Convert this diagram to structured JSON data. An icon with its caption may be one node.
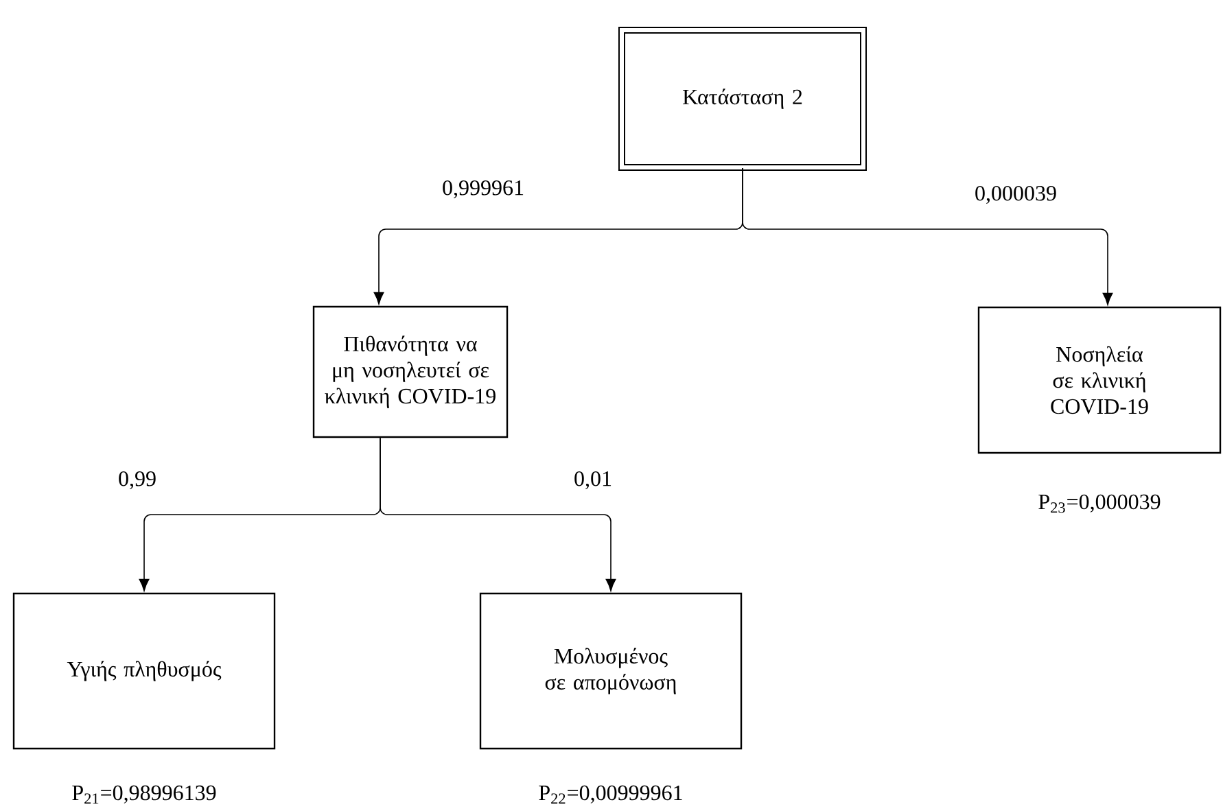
{
  "diagram": {
    "nodes": [
      {
        "text": [
          "Κατάσταση 2"
        ]
      },
      {
        "text": [
          "Πιθανότητα να μη νοσηλευτεί σε κλινική COVID-19"
        ]
      },
      {
        "text": [
          "Νοσηλεία σε κλινική COVID-19"
        ],
        "beside": [
          "P$_{23}$=0,000039"
        ]
      },
      {
        "text": [
          "Υγιής πληθυσμός"
        ],
        "beside": [
          "P$_{21}$=0,98996139"
        ]
      },
      {
        "text": [
          "Μολυσμένος σε απομόνωση"
        ],
        "beside": [
          "P$_{22}$=0,00999961"
        ]
      }
    ],
    "edges": [
      {
        "from": 0,
        "to": 1,
        "arrow": "to",
        "label": "0,999961"
      },
      {
        "from": 0,
        "to": 2,
        "arrow": "to",
        "label": "0,000039"
      },
      {
        "from": 1,
        "to": 3,
        "arrow": "to",
        "label": "0,99"
      },
      {
        "from": 1,
        "to": 4,
        "arrow": "to",
        "label": "0,01"
      }
    ]
  }
}
